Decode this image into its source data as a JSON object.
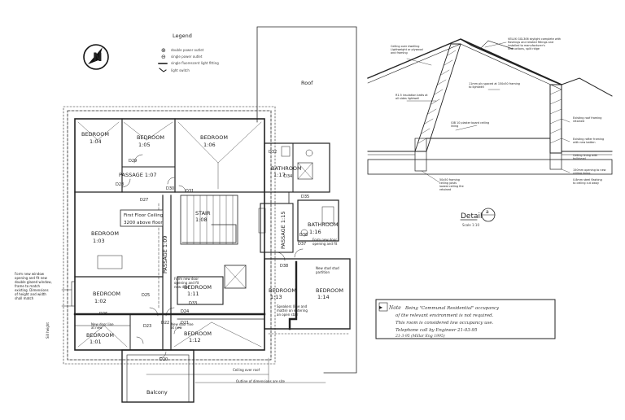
{
  "legend": {
    "title": "Legend",
    "items": [
      "double power outlet",
      "single power outlet",
      "single fluorescent light fitting",
      "light switch"
    ]
  },
  "roof_label": "Roof",
  "rooms": {
    "bed_104": [
      "BEDROOM",
      "1:04"
    ],
    "bed_105": [
      "BEDROOM",
      "1:05"
    ],
    "bed_106": [
      "BEDROOM",
      "1:06"
    ],
    "bed_103": [
      "BEDROOM",
      "1:03"
    ],
    "bed_102": [
      "BEDROOM",
      "1:02"
    ],
    "bed_101": [
      "BEDROOM",
      "1:01"
    ],
    "bed_111": [
      "BEDROOM",
      "1:11"
    ],
    "bed_112": [
      "BEDROOM",
      "1:12"
    ],
    "bed_113": [
      "BEDROOM",
      "1:13"
    ],
    "bed_114": [
      "BEDROOM",
      "1:14"
    ],
    "bath_117": [
      "BATHROOM",
      "1:17"
    ],
    "bath_116": [
      "BATHROOM",
      "1:16"
    ],
    "stair": [
      "STAIR",
      "1:08"
    ],
    "passage_107": "PASSAGE 1:07",
    "passage_109": "PASSAGE 1:09",
    "passage_115": "PASSAGE 1:15",
    "balcony": "Balcony"
  },
  "doors": [
    "D29",
    "D28",
    "D27",
    "D30",
    "D31",
    "D32",
    "D34",
    "D35",
    "D36",
    "D37",
    "D38",
    "D25",
    "D24",
    "D26",
    "D23",
    "D22",
    "D21",
    "D20",
    "D33"
  ],
  "ceiling_note": [
    "First Floor Ceiling",
    "3200 above floor"
  ],
  "left_note": [
    "Form new window",
    "opening and fit new",
    "double glazed window,",
    "frame to match",
    "existing. Dimensions",
    "of height and width",
    "shall match"
  ],
  "left_small": "Sill height",
  "annotations": {
    "new_stud_partition": [
      "New stud stud",
      "partition"
    ],
    "speaker_note": [
      "Speakers (line and",
      "matte) on entering",
      "an open stair"
    ],
    "form_new_door": [
      "Form new door",
      "opening and fit",
      "new door"
    ],
    "existing_door_1": [
      "New door line",
      "at new"
    ],
    "existing_door_2": [
      "New door line",
      "at new"
    ],
    "ceiling_roof_bottom": "Ceiling over roof",
    "outline_bottom": "Outline of dimensions are site"
  },
  "detail": {
    "title": "Detail",
    "scale": "Scale 1:10",
    "marker": "a",
    "callouts": [
      [
        "Ceiling over dwelling",
        "Lightweight or plywood",
        "and framing"
      ],
      [
        "VELUX GGL306 skylight complete with",
        "flashings and related fittings and",
        "installed to manufacturer's",
        "instructions, split ridge"
      ],
      [
        "11mm ply spaced at 150x50 framing",
        "to lightwell"
      ],
      [
        "R1.5 insulation batts at",
        "all sides lightwell"
      ],
      [
        "GIB 10 plaster board ceiling",
        "lining"
      ],
      [
        "Existing roof framing",
        "retained"
      ],
      [
        "Existing rafter framing",
        "with new batten"
      ],
      [
        "Ceiling lining with",
        "bulkhead"
      ],
      [
        "150mm opening to new",
        "ceiling lining"
      ],
      [
        "0.8mm steel flashing",
        "to ceiling cut away"
      ]
    ],
    "bottom_left": [
      "50x50 framing",
      "ceiling joists",
      "lowest ceiling fire",
      "retained"
    ]
  },
  "note_box": {
    "label": "Note",
    "lines": [
      "Being \"Communal Residential\" occupancy",
      "of the relevant environment is not required.",
      "This room is considered low occupancy use.",
      "Telephone call by Engineer 21-03-95",
      "21-3-95  (Millar Eng 1995)"
    ]
  }
}
